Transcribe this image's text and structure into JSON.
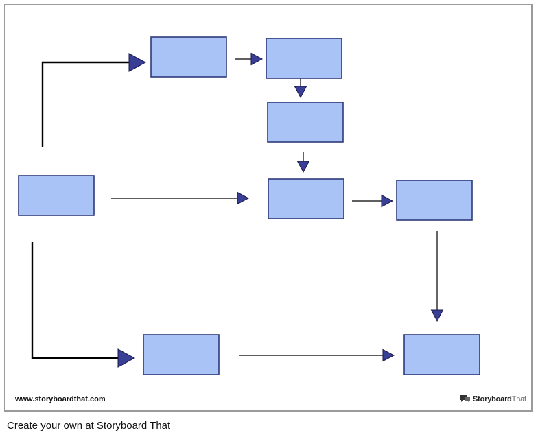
{
  "colors": {
    "box_fill": "#a9c3f7",
    "box_stroke": "#2e3a7a",
    "arrow_head": "#3a3f96",
    "line": "#000000",
    "frame_border": "#9a9a9a"
  },
  "diagram": {
    "nodes": [
      {
        "id": "start"
      },
      {
        "id": "top-1"
      },
      {
        "id": "top-2"
      },
      {
        "id": "mid-1"
      },
      {
        "id": "center"
      },
      {
        "id": "right-1"
      },
      {
        "id": "bottom-1"
      },
      {
        "id": "bottom-2"
      }
    ],
    "edges": [
      {
        "from": "start",
        "to": "top-1"
      },
      {
        "from": "top-1",
        "to": "top-2"
      },
      {
        "from": "top-2",
        "to": "mid-1"
      },
      {
        "from": "mid-1",
        "to": "center"
      },
      {
        "from": "start",
        "to": "center"
      },
      {
        "from": "center",
        "to": "right-1"
      },
      {
        "from": "right-1",
        "to": "bottom-2"
      },
      {
        "from": "start",
        "to": "bottom-1"
      },
      {
        "from": "bottom-1",
        "to": "bottom-2"
      }
    ]
  },
  "footer": {
    "url": "www.storyboardthat.com",
    "brand_bold": "Storyboard",
    "brand_light": "That",
    "brand_icon": "speech-bubbles-icon"
  },
  "caption": "Create your own at Storyboard That"
}
